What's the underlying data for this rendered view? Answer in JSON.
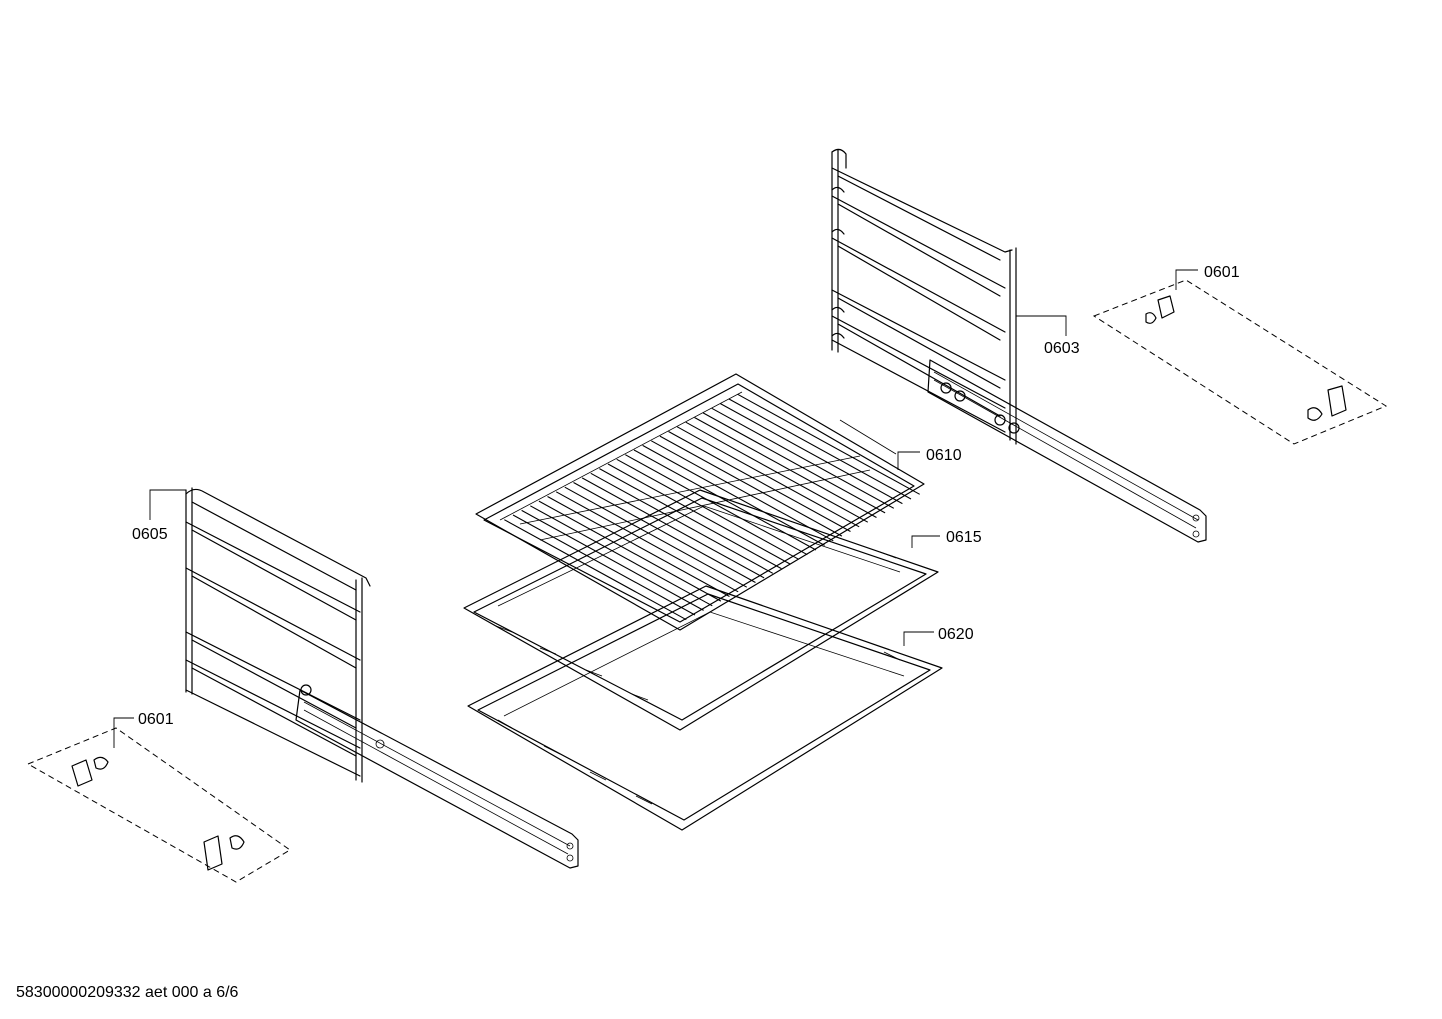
{
  "callouts": {
    "p0601_right": "0601",
    "p0603": "0603",
    "p0610": "0610",
    "p0615": "0615",
    "p0620": "0620",
    "p0605": "0605",
    "p0601_left": "0601"
  },
  "footer": {
    "document_id": "58300000209332 aet 000 a 6/6"
  },
  "colors": {
    "line": "#000000",
    "background": "#ffffff"
  }
}
